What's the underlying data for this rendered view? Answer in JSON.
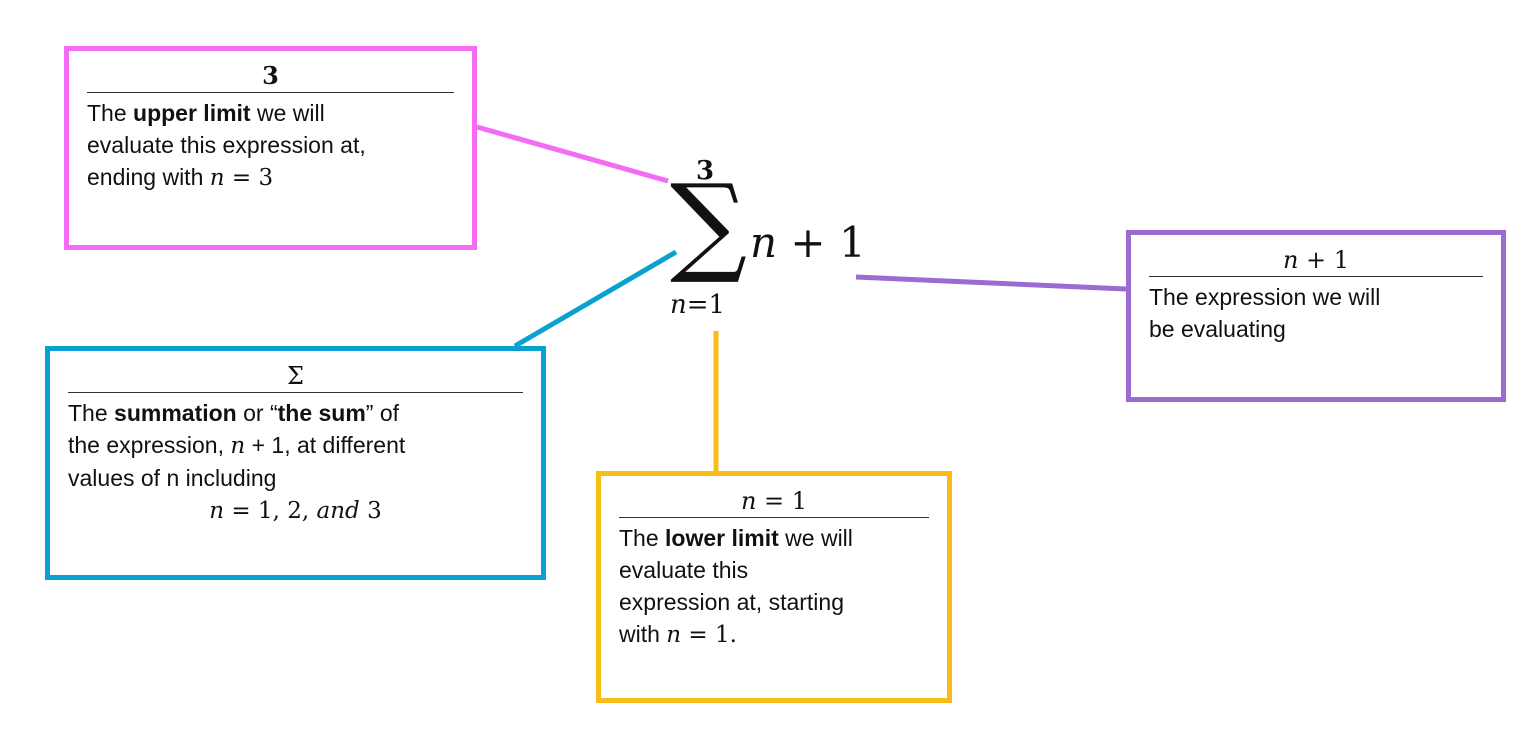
{
  "colors": {
    "upper": "#f36cf3",
    "sum": "#0aa0d0",
    "lower": "#f9bd18",
    "expression": "#9b6bd3"
  },
  "formula": {
    "sigma": "∑",
    "upper": "3",
    "lower_var": "n",
    "lower_eq": "=1",
    "expr_var": "n",
    "expr_rest": " + 1"
  },
  "upper_box": {
    "heading": "3",
    "line1_pre": "The ",
    "line1_bold": "upper limit",
    "line1_post": " we will",
    "line2": "evaluate this expression at,",
    "line3_pre": "ending with ",
    "line3_var": "n",
    "line3_post": " = 3"
  },
  "sum_box": {
    "heading": "Σ",
    "line1_pre": "The ",
    "line1_bold1": "summation",
    "line1_mid": " or “",
    "line1_bold2": "the sum",
    "line1_post": "” of",
    "line2_pre": "the expression, ",
    "line2_var": "n",
    "line2_post": " + 1, at different",
    "line3": "values of n including",
    "line4_var": "n",
    "line4_mid": " = 1, 2, ",
    "line4_and": "and",
    "line4_post": " 3"
  },
  "lower_box": {
    "heading_var": "n",
    "heading_post": " = 1",
    "line1_pre": "The ",
    "line1_bold": "lower limit",
    "line1_post": " we will",
    "line2": "evaluate this",
    "line3": "expression at, starting",
    "line4_pre": "with ",
    "line4_var": "n",
    "line4_post": " = 1."
  },
  "expression_box": {
    "heading_var": "n",
    "heading_post": " + 1",
    "line1": "The expression we will",
    "line2": "be evaluating"
  }
}
